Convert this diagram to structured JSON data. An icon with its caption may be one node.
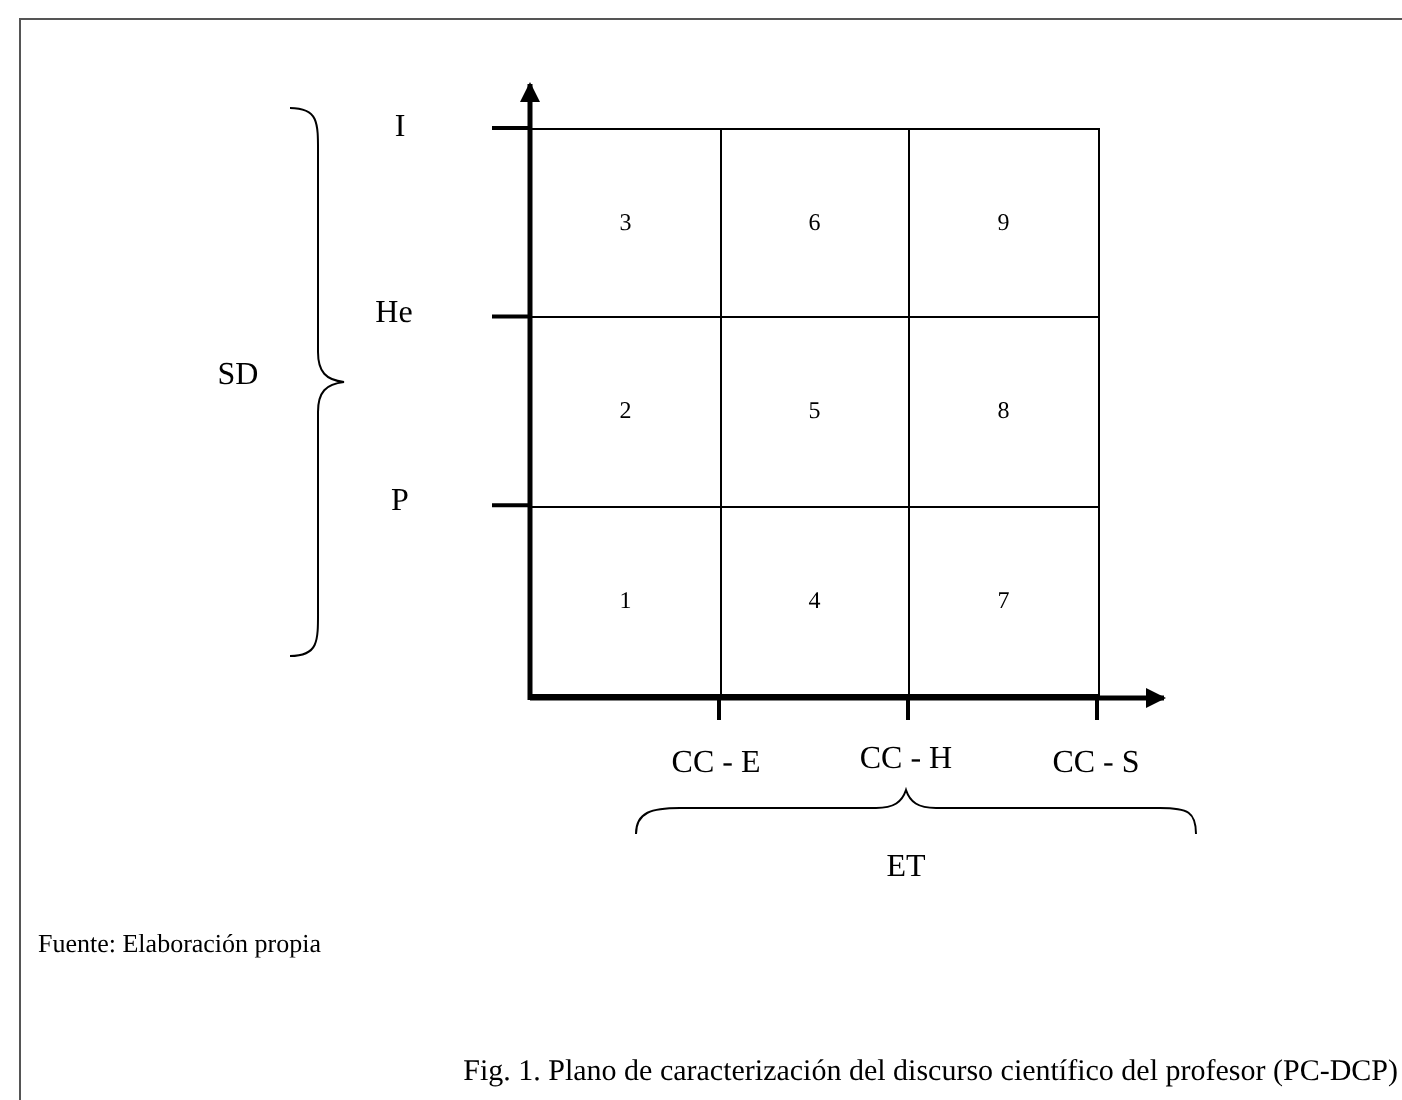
{
  "diagram": {
    "caption": "Fig. 1. Plano de caracterización del discurso científico del profesor (PC-DCP)",
    "nodes": [
      {
        "text": [
          "3"
        ]
      },
      {
        "text": [
          "6"
        ]
      },
      {
        "text": [
          "9"
        ]
      },
      {
        "text": [
          "2"
        ]
      },
      {
        "text": [
          "5"
        ]
      },
      {
        "text": [
          "8"
        ]
      },
      {
        "text": [
          "1"
        ]
      },
      {
        "text": [
          "4"
        ]
      },
      {
        "text": [
          "7"
        ]
      }
    ],
    "labels": [
      "I",
      "He",
      "SD",
      "P",
      "CC - E",
      "CC - H",
      "CC - S",
      "ET",
      "Fuente: Elaboración propia"
    ]
  }
}
